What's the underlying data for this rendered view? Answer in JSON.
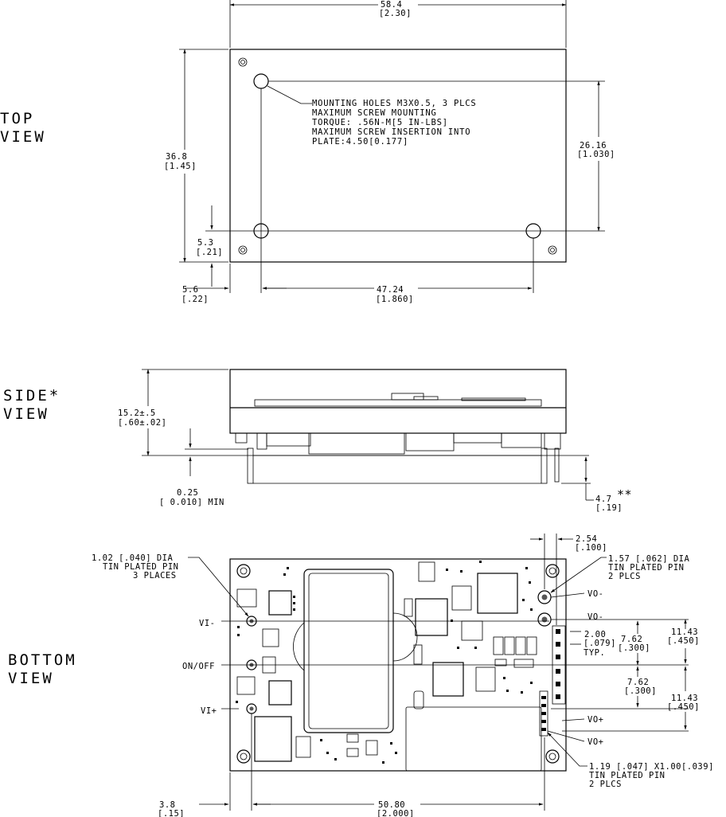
{
  "views": {
    "top": [
      "TOP",
      "VIEW"
    ],
    "side": [
      "SIDE*",
      "VIEW"
    ],
    "bottom": [
      "BOTTOM",
      "VIEW"
    ]
  },
  "top_view": {
    "width": [
      "58.4",
      "[2.30]"
    ],
    "height": [
      "36.8",
      "[1.45]"
    ],
    "hole_span_v": [
      "26.16",
      "[1.030]"
    ],
    "hole_offset_y": [
      "5.3",
      "[.21]"
    ],
    "hole_offset_x": [
      "5.6",
      "[.22]"
    ],
    "hole_span_h": [
      "47.24",
      "[1.860]"
    ],
    "note": [
      "MOUNTING HOLES M3X0.5, 3 PLCS",
      "MAXIMUM SCREW MOUNTING",
      "TORQUE: .56N-M[5 IN-LBS]",
      "MAXIMUM SCREW INSERTION INTO",
      "PLATE:4.50[0.177]"
    ]
  },
  "side_view": {
    "height": [
      "15.2±.5",
      "[.60±.02]"
    ],
    "standoff": [
      "0.25",
      "[ 0.010] MIN"
    ],
    "pin_length": [
      "4.7",
      "[.19]"
    ],
    "pin_length_mark": "**"
  },
  "bottom_view": {
    "small_pin_note": [
      "1.02 [.040] DIA",
      "TIN PLATED PIN",
      "3 PLACES"
    ],
    "large_pin_note": [
      "1.57 [.062] DIA",
      "TIN PLATED PIN",
      "2 PLCS"
    ],
    "rect_pin_note": [
      "1.19 [.047] X1.00[.039]",
      "TIN PLATED PIN",
      "2 PLCS"
    ],
    "pin_offset": [
      "2.54",
      "[.100]"
    ],
    "pin_pitch_small": [
      "2.00",
      "[.079]",
      "TYP."
    ],
    "sense_span": [
      "7.62",
      "[.300]"
    ],
    "sense_span2": [
      "7.62",
      "[.300]"
    ],
    "vout_span_top": [
      "11.43",
      "[.450]"
    ],
    "vout_span_bottom": [
      "11.43",
      "[.450]"
    ],
    "edge_offset": [
      "3.8",
      "[.15]"
    ],
    "pin_span": [
      "50.80",
      "[2.000]"
    ],
    "labels": {
      "vi_minus": "VI-",
      "on_off": "ON/OFF",
      "vi_plus": "VI+",
      "vo_minus_1": "VO-",
      "vo_minus_2": "VO-",
      "vo_plus_1": "VO+",
      "vo_plus_2": "VO+"
    }
  }
}
